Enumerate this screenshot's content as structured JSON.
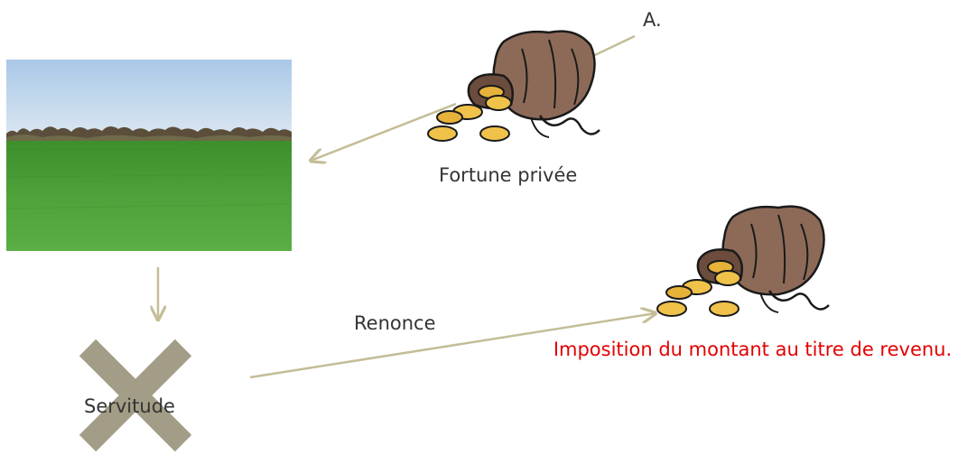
{
  "labels": {
    "a": "A.",
    "private_wealth": "Fortune privée",
    "renounces": "Renonce",
    "servitude": "Servitude",
    "taxation": "Imposition du montant au titre de revenu."
  },
  "colors": {
    "arrow": "#c4bd97",
    "cross": "#a39d87",
    "tax_text": "#e30000",
    "field_grass": "#4fa13a",
    "sky": "#c7dbef"
  },
  "icons": {
    "money_bag_top": "money-bag-icon",
    "money_bag_bottom": "money-bag-icon",
    "field_photo": "green-field-image"
  }
}
